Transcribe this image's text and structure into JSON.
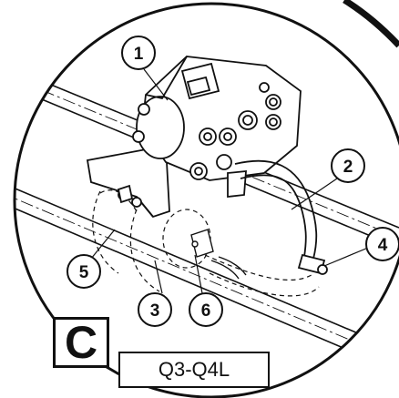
{
  "diagram": {
    "view_letter": "C",
    "model_label": "Q3-Q4L",
    "callouts": [
      "1",
      "2",
      "3",
      "4",
      "5",
      "6"
    ]
  }
}
